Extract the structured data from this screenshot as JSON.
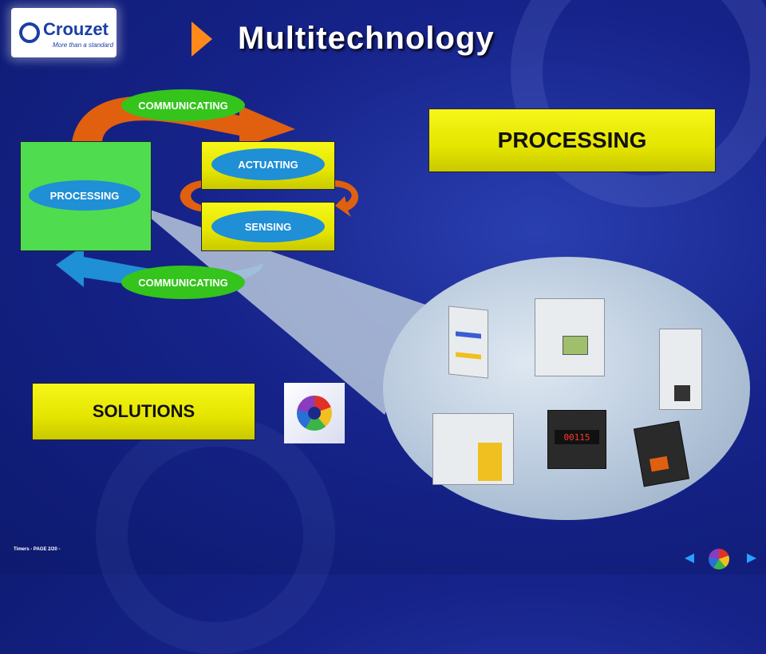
{
  "slide": {
    "title": "Multitechnology",
    "footer": "Timers - PAGE 2/20 -"
  },
  "logo": {
    "brand": "Crouzet",
    "tagline": "More than a standard"
  },
  "diagram": {
    "left_box_label": "PROCESSING",
    "top_arrow_label": "COMMUNICATING",
    "bottom_arrow_label": "COMMUNICATING",
    "actuating_label": "ACTUATING",
    "sensing_label": "SENSING"
  },
  "processing_panel": {
    "label": "PROCESSING"
  },
  "solutions_button": {
    "label": "SOLUTIONS"
  },
  "display_sample": "00115",
  "colors": {
    "background": "#16238a",
    "yellow": "#e5e500",
    "green_box": "#4fdc4f",
    "pill_blue": "#1f8fd6",
    "pill_green": "#34c41c",
    "arrow_orange": "#e06010",
    "arrow_blue": "#1f8fd6",
    "nav_arrow": "#2aa0ff"
  },
  "icons": [
    "back-arrow-icon",
    "home-icon",
    "forward-arrow-icon",
    "solutions-icon"
  ]
}
